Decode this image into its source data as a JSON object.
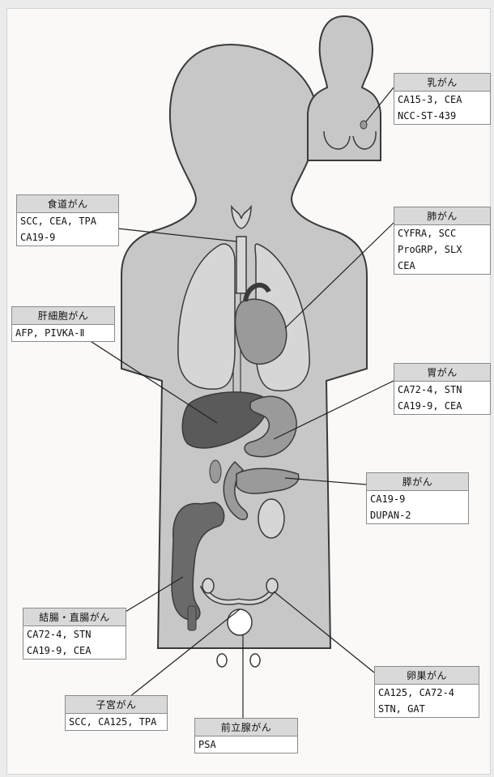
{
  "callouts": {
    "breast": {
      "title": "乳がん",
      "lines": [
        "CA15-3, CEA",
        "NCC-ST-439"
      ]
    },
    "esophagus": {
      "title": "食道がん",
      "lines": [
        "SCC, CEA, TPA",
        "CA19-9"
      ]
    },
    "lung": {
      "title": "肺がん",
      "lines": [
        "CYFRA, SCC",
        "ProGRP, SLX",
        "CEA"
      ]
    },
    "liver": {
      "title": "肝細胞がん",
      "lines": [
        "AFP, PIVKA-Ⅱ"
      ]
    },
    "stomach": {
      "title": "胃がん",
      "lines": [
        "CA72-4, STN",
        "CA19-9, CEA"
      ]
    },
    "pancreas": {
      "title": "膵がん",
      "lines": [
        "CA19-9",
        "DUPAN-2"
      ]
    },
    "colorectal": {
      "title": "結腸・直腸がん",
      "lines": [
        "CA72-4, STN",
        "CA19-9, CEA"
      ]
    },
    "ovary": {
      "title": "卵巣がん",
      "lines": [
        "CA125, CA72-4",
        "STN, GAT"
      ]
    },
    "uterus": {
      "title": "子宮がん",
      "lines": [
        "SCC, CA125, TPA"
      ]
    },
    "prostate": {
      "title": "前立腺がん",
      "lines": [
        "PSA"
      ]
    }
  },
  "colors": {
    "body": "#c7c7c7",
    "outline": "#3a3a3a",
    "liver": "#5a5a5a",
    "colon": "#6a6a6a",
    "organ": "#9a9a9a",
    "lung": "#d6d6d6",
    "header": "#d9d9d9"
  }
}
